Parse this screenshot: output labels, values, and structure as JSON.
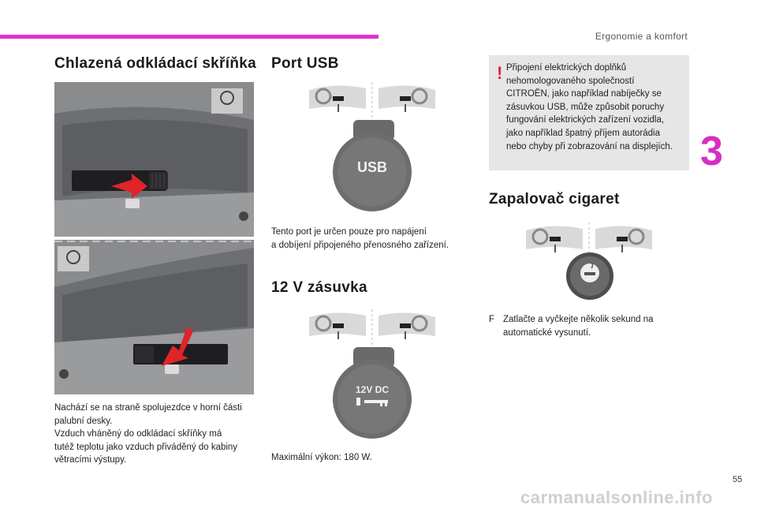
{
  "header": {
    "section_title": "Ergonomie a komfort",
    "chapter_number": "3",
    "page_number": "55",
    "accent_color": "#e42fd0"
  },
  "cooled_box": {
    "title": "Chlazená odkládací skříňka",
    "lines": [
      "Nachází se na straně spolujezdce v horní části",
      "palubní desky.",
      "Vzduch vháněný do odkládací skříňky má",
      "tutéž teplotu jako vzduch přiváděný do kabiny",
      "větracími výstupy."
    ]
  },
  "usb": {
    "title": "Port USB",
    "cap_label": "USB",
    "lines": [
      "Tento port je určen pouze pro napájení",
      "a dobíjení připojeného přenosného zařízení."
    ]
  },
  "socket_12v": {
    "title": "12 V zásuvka",
    "cap_label": "12V DC",
    "lines": [
      "Maximální výkon: 180 W."
    ]
  },
  "warning": {
    "mark": "!",
    "lines": [
      "Připojení elektrických doplňků",
      "nehomologovaného společností",
      "CITROËN, jako například nabíječky se",
      "zásuvkou USB, může způsobit poruchy",
      "fungování elektrických zařízení vozidla,",
      "jako například špatný příjem autorádia",
      "nebo chyby při zobrazování na displejích."
    ]
  },
  "lighter": {
    "title": "Zapalovač cigaret",
    "bullet": "F",
    "lines": [
      "Zatlačte a vyčkejte několik sekund na",
      "automatické vysunutí."
    ]
  },
  "watermark": "carmanualsonline.info"
}
